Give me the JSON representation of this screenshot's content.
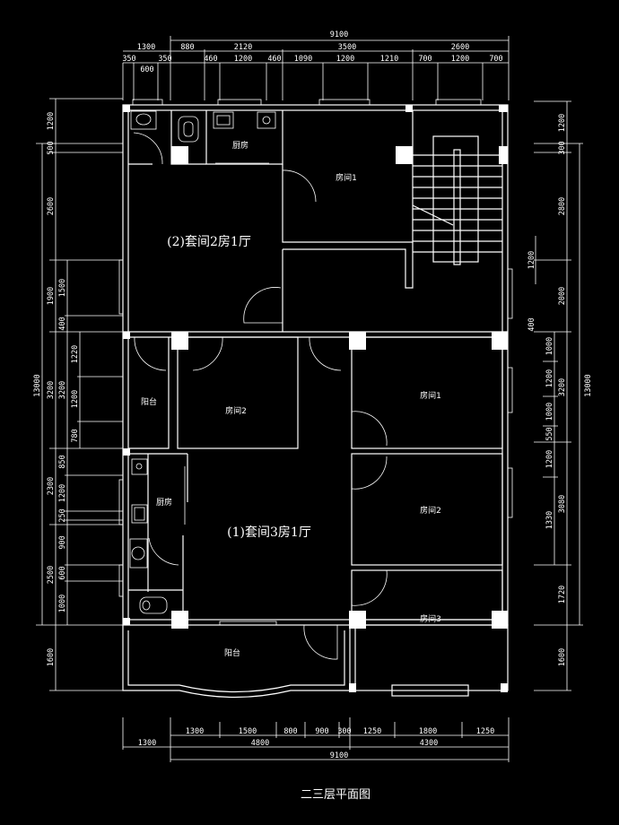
{
  "title": "二三层平面图",
  "rooms": {
    "kitchen_top": "厨房",
    "room1_top": "房间1",
    "suite2": "(2)套间2房1厅",
    "balcony_left": "阳台",
    "room2_left": "房间2",
    "room1_right": "房间1",
    "kitchen_bottom": "厨房",
    "suite1": "(1)套间3房1厅",
    "room2_right": "房间2",
    "room3_right": "房间3",
    "balcony_bottom": "阳台"
  },
  "dims": {
    "top_total": "9100",
    "top_row2": [
      "1300",
      "880",
      "2120",
      "3500",
      "2600"
    ],
    "top_row3": [
      "350",
      "600",
      "350",
      "460",
      "1200",
      "460",
      "1090",
      "1200",
      "1210",
      "700",
      "1200",
      "700"
    ],
    "bottom_row1": [
      "1300",
      "1500",
      "800",
      "900",
      "300",
      "1250",
      "1800",
      "1250"
    ],
    "bottom_row2": [
      "1300",
      "4800",
      "4300"
    ],
    "bottom_total": "9100",
    "left_total": "13000",
    "left_col1": [
      "1200",
      "500",
      "2600",
      "1900",
      "3200",
      "2300",
      "2500",
      "1600"
    ],
    "left_col2": [
      "1500",
      "400",
      "3200",
      "850",
      "1200",
      "250",
      "900",
      "600",
      "1000"
    ],
    "left_col3": [
      "1220",
      "1200",
      "780"
    ],
    "right_total": "13000",
    "right_col1": [
      "1200",
      "300",
      "2800",
      "2000",
      "3200",
      "3080",
      "1720",
      "1600"
    ],
    "right_col2": [
      "1000",
      "1200",
      "1000",
      "550",
      "1200",
      "1330"
    ],
    "right_col3": [
      "1200",
      "400"
    ]
  }
}
